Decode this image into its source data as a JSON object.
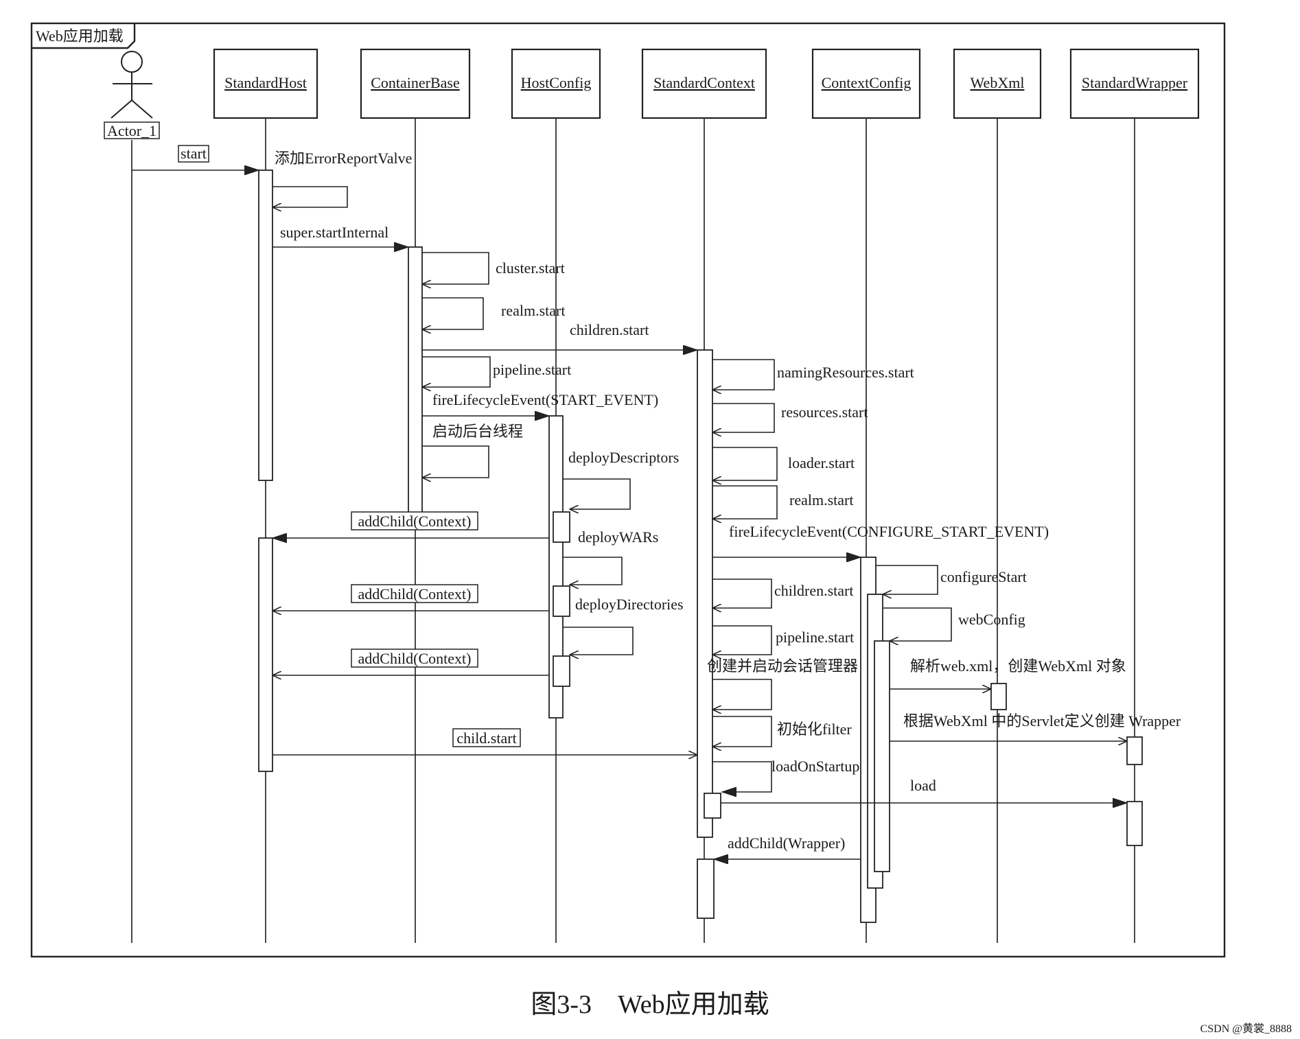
{
  "frame_label": "Web应用加载",
  "actor_label": "Actor_1",
  "lifelines": [
    {
      "id": "host",
      "label": "StandardHost"
    },
    {
      "id": "base",
      "label": "ContainerBase"
    },
    {
      "id": "hostcfg",
      "label": "HostConfig"
    },
    {
      "id": "ctx",
      "label": "StandardContext"
    },
    {
      "id": "ctxcfg",
      "label": "ContextConfig"
    },
    {
      "id": "webxml",
      "label": "WebXml"
    },
    {
      "id": "wrapper",
      "label": "StandardWrapper"
    }
  ],
  "messages": {
    "start": "start",
    "add_valve": "添加ErrorReportValve",
    "super_start": "super.startInternal",
    "cluster_start": "cluster.start",
    "realm_start": "realm.start",
    "children_start": "children.start",
    "pipeline_start": "pipeline.start",
    "fire_start": "fireLifecycleEvent(START_EVENT)",
    "bg_thread": "启动后台线程",
    "deploy_desc": "deployDescriptors",
    "add_child_1": "addChild(Context)",
    "deploy_wars": "deployWARs",
    "add_child_2": "addChild(Context)",
    "deploy_dirs": "deployDirectories",
    "add_child_3": "addChild(Context)",
    "child_start": "child.start",
    "naming_start": "namingResources.start",
    "resources_start": "resources.start",
    "loader_start": "loader.start",
    "ctx_realm_start": "realm.start",
    "fire_configure": "fireLifecycleEvent(CONFIGURE_START_EVENT)",
    "configure_start": "configureStart",
    "ctx_children_start": "children.start",
    "web_config": "webConfig",
    "ctx_pipeline_start": "pipeline.start",
    "parse_webxml": "解析web.xml，创建WebXml 对象",
    "session_mgr": "创建并启动会话管理器",
    "create_wrapper": "根据WebXml 中的Servlet定义创建 Wrapper",
    "init_filter": "初始化filter",
    "load_on_startup": "loadOnStartup",
    "load": "load",
    "add_child_wrapper": "addChild(Wrapper)"
  },
  "caption": "图3-3    Web应用加载",
  "watermark": "CSDN @黄裳_8888"
}
